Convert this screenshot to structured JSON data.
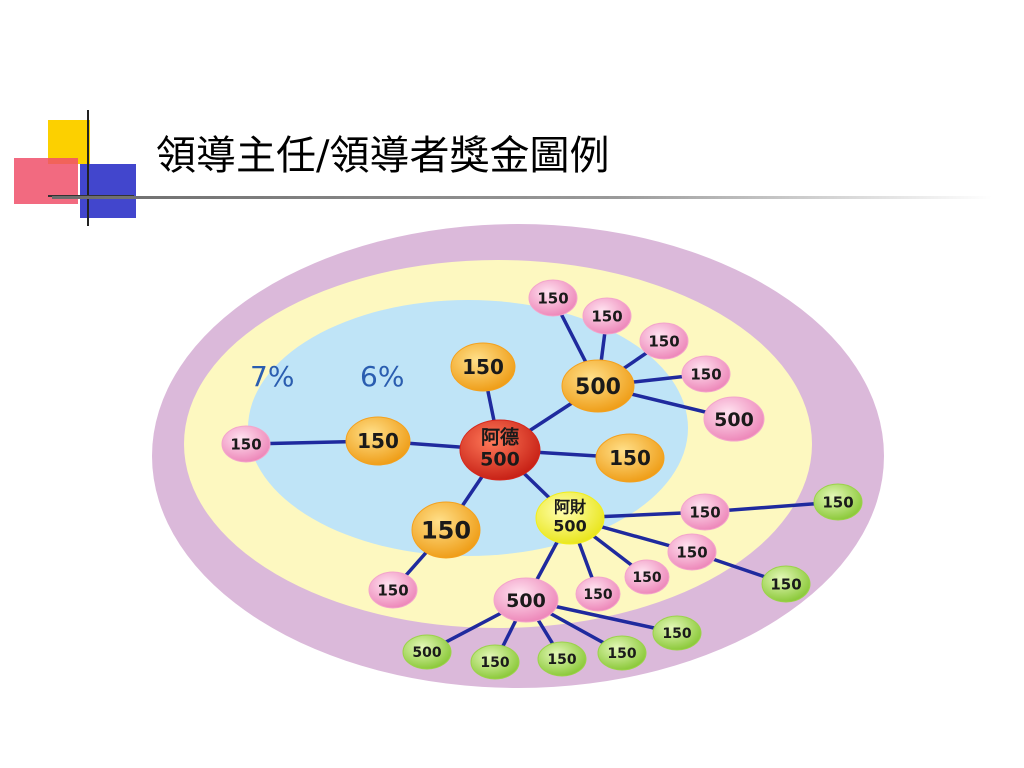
{
  "slide": {
    "title": "領導主任/領導者獎金圖例"
  },
  "diagram": {
    "rings": [
      {
        "name": "outer",
        "color": "#dbb9da"
      },
      {
        "name": "middle",
        "color": "#fdf8c0"
      },
      {
        "name": "inner",
        "color": "#bfe4f7"
      }
    ],
    "percent_labels": [
      "7%",
      "6%"
    ],
    "link_color": "#1f2a9e",
    "colors": {
      "red": "#d6271c",
      "orange": "#f4a11e",
      "yellow": "#f2ee1c",
      "pink": "#f3a5cb",
      "green": "#9bd34a"
    },
    "nodes": [
      {
        "id": "center",
        "color": "red",
        "lines": [
          "阿德",
          "500"
        ]
      },
      {
        "id": "o-top",
        "color": "orange",
        "lines": [
          "150"
        ]
      },
      {
        "id": "o-left",
        "color": "orange",
        "lines": [
          "150"
        ]
      },
      {
        "id": "o-right",
        "color": "orange",
        "lines": [
          "150"
        ]
      },
      {
        "id": "o-bottom",
        "color": "orange",
        "lines": [
          "150"
        ]
      },
      {
        "id": "o-500",
        "color": "orange",
        "lines": [
          "500"
        ]
      },
      {
        "id": "y-500",
        "color": "yellow",
        "lines": [
          "阿財",
          "500"
        ]
      },
      {
        "id": "p-left",
        "color": "pink",
        "lines": [
          "150"
        ]
      },
      {
        "id": "p-1",
        "color": "pink",
        "lines": [
          "150"
        ]
      },
      {
        "id": "p-2",
        "color": "pink",
        "lines": [
          "150"
        ]
      },
      {
        "id": "p-3",
        "color": "pink",
        "lines": [
          "150"
        ]
      },
      {
        "id": "p-4",
        "color": "pink",
        "lines": [
          "150"
        ]
      },
      {
        "id": "p-500r",
        "color": "pink",
        "lines": [
          "500"
        ]
      },
      {
        "id": "p-y1",
        "color": "pink",
        "lines": [
          "150"
        ]
      },
      {
        "id": "p-y2",
        "color": "pink",
        "lines": [
          "150"
        ]
      },
      {
        "id": "p-y3",
        "color": "pink",
        "lines": [
          "150"
        ]
      },
      {
        "id": "p-y4",
        "color": "pink",
        "lines": [
          "150"
        ]
      },
      {
        "id": "p-ob",
        "color": "pink",
        "lines": [
          "150"
        ]
      },
      {
        "id": "p-500b",
        "color": "pink",
        "lines": [
          "500"
        ]
      },
      {
        "id": "g-1",
        "color": "green",
        "lines": [
          "150"
        ]
      },
      {
        "id": "g-2",
        "color": "green",
        "lines": [
          "150"
        ]
      },
      {
        "id": "g-b1",
        "color": "green",
        "lines": [
          "500"
        ]
      },
      {
        "id": "g-b2",
        "color": "green",
        "lines": [
          "150"
        ]
      },
      {
        "id": "g-b3",
        "color": "green",
        "lines": [
          "150"
        ]
      },
      {
        "id": "g-b4",
        "color": "green",
        "lines": [
          "150"
        ]
      },
      {
        "id": "g-b5",
        "color": "green",
        "lines": [
          "150"
        ]
      }
    ],
    "links": [
      [
        "center",
        "o-top"
      ],
      [
        "center",
        "o-left"
      ],
      [
        "center",
        "o-right"
      ],
      [
        "center",
        "o-bottom"
      ],
      [
        "center",
        "o-500"
      ],
      [
        "center",
        "y-500"
      ],
      [
        "o-left",
        "p-left"
      ],
      [
        "o-500",
        "p-1"
      ],
      [
        "o-500",
        "p-2"
      ],
      [
        "o-500",
        "p-3"
      ],
      [
        "o-500",
        "p-4"
      ],
      [
        "o-500",
        "p-500r"
      ],
      [
        "o-bottom",
        "p-ob"
      ],
      [
        "y-500",
        "p-y1"
      ],
      [
        "y-500",
        "p-y2"
      ],
      [
        "y-500",
        "p-y3"
      ],
      [
        "y-500",
        "p-y4"
      ],
      [
        "y-500",
        "p-500b"
      ],
      [
        "p-y1",
        "g-1"
      ],
      [
        "p-y2",
        "g-2"
      ],
      [
        "p-500b",
        "g-b1"
      ],
      [
        "p-500b",
        "g-b2"
      ],
      [
        "p-500b",
        "g-b3"
      ],
      [
        "p-500b",
        "g-b4"
      ],
      [
        "p-500b",
        "g-b5"
      ]
    ]
  }
}
